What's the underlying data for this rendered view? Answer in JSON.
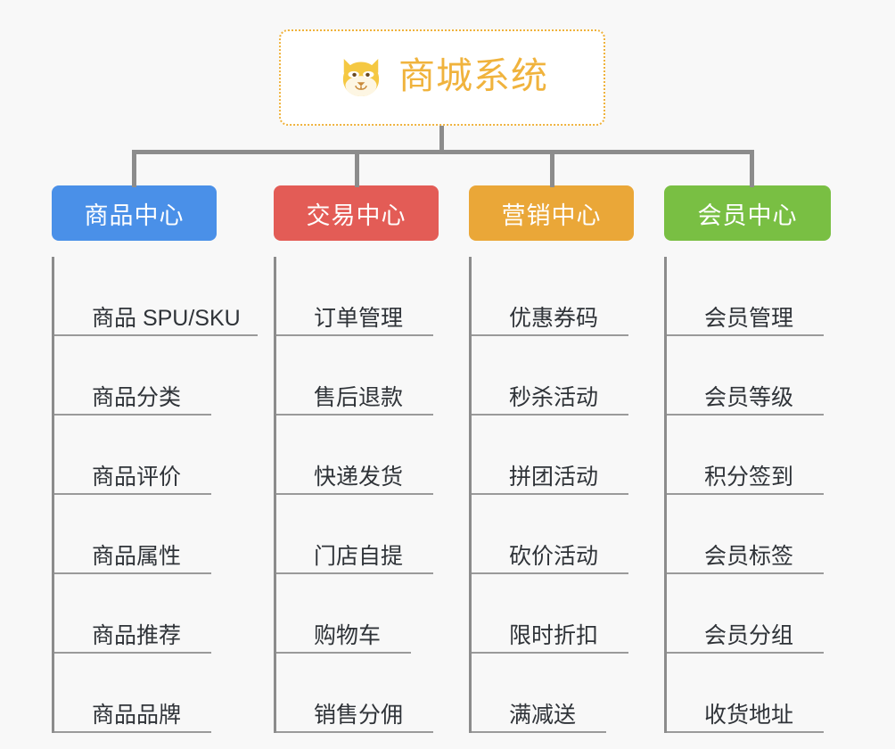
{
  "page": {
    "background_color": "#f8f8f8",
    "type": "mindmap"
  },
  "root": {
    "title": "商城系统",
    "icon": "shiba-dog-face-icon",
    "accent_color": "#f0b33d",
    "border_style": "dotted",
    "background_color": "#ffffff"
  },
  "branches": [
    {
      "label": "商品中心",
      "color": "#4a90e8",
      "items": [
        "商品 SPU/SKU",
        "商品分类",
        "商品评价",
        "商品属性",
        "商品推荐",
        "商品品牌"
      ]
    },
    {
      "label": "交易中心",
      "color": "#e35c56",
      "items": [
        "订单管理",
        "售后退款",
        "快递发货",
        "门店自提",
        "购物车",
        "销售分佣"
      ]
    },
    {
      "label": "营销中心",
      "color": "#eaa738",
      "items": [
        "优惠券码",
        "秒杀活动",
        "拼团活动",
        "砍价活动",
        "限时折扣",
        "满减送"
      ]
    },
    {
      "label": "会员中心",
      "color": "#79bf43",
      "items": [
        "会员管理",
        "会员等级",
        "积分签到",
        "会员标签",
        "会员分组",
        "收货地址"
      ]
    }
  ],
  "connector": {
    "color": "#8c8c8c",
    "rule_color": "#9a9a9a"
  }
}
